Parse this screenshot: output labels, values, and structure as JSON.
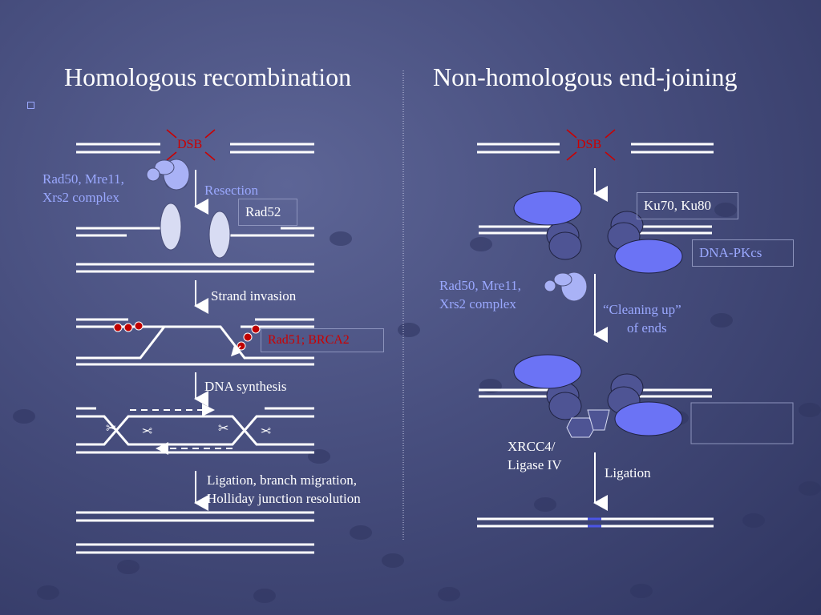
{
  "titles": {
    "left": "Homologous recombination",
    "right": "Non-homologous end-joining"
  },
  "hr": {
    "dsb": "DSB",
    "complex_line1": "Rad50, Mre11,",
    "complex_line2": "Xrs2 complex",
    "resection": "Resection",
    "rad52": "Rad52",
    "strand_invasion": "Strand invasion",
    "rad51": "Rad51; BRCA2",
    "dna_synthesis": "DNA synthesis",
    "ligation_line1": "Ligation, branch migration,",
    "ligation_line2": "Holliday junction resolution"
  },
  "nhej": {
    "dsb": "DSB",
    "ku": "Ku70, Ku80",
    "dnapkcs": "DNA-PKcs",
    "complex_line1": "Rad50, Mre11,",
    "complex_line2": "Xrs2 complex",
    "cleaning_line1": "“Cleaning up”",
    "cleaning_line2": "of ends",
    "xrcc4_line1": "XRCC4/",
    "xrcc4_line2": "Ligase IV",
    "ligation": "Ligation"
  },
  "colors": {
    "background": "#474e7e",
    "label_blue": "#9aa8ff",
    "label_red": "#cc0000",
    "protein_blue": "#6b73f5",
    "protein_light": "#d8dcf3"
  }
}
